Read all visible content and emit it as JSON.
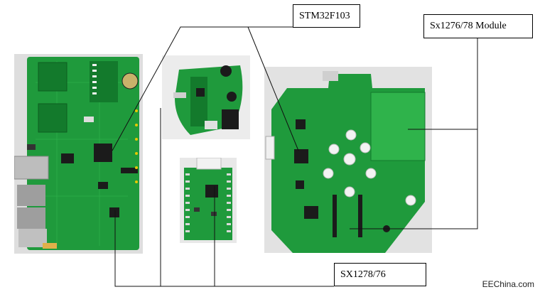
{
  "labels": {
    "mcu": "STM32F103",
    "module": "Sx1276/78 Module",
    "chip": "SX1278/76"
  },
  "watermark": "EEChina.com",
  "colors": {
    "pcb": "#1f9a3c",
    "pcb_dark": "#137a2c",
    "pcb_light": "#2fb34b",
    "chip": "#1b1b1b",
    "pad": "#d9d9d9",
    "line": "#111111",
    "background": "#ffffff",
    "photo_bg": "#e6e6e6"
  }
}
